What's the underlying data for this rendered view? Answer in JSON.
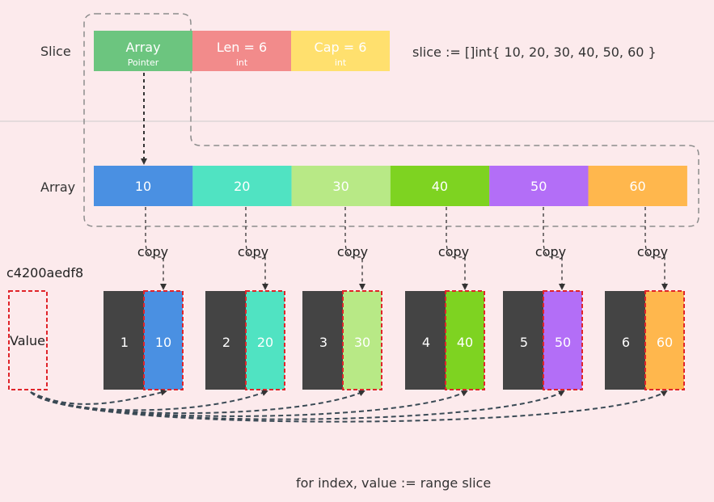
{
  "slice": {
    "label": "Slice",
    "fields": [
      {
        "name": "Array",
        "sub": "Pointer",
        "color": "#6cc57f"
      },
      {
        "name": "Len = 6",
        "sub": "int",
        "color": "#f28b8b"
      },
      {
        "name": "Cap = 6",
        "sub": "int",
        "color": "#ffe06e"
      }
    ],
    "code": "slice := []int{ 10, 20, 30, 40, 50, 60 }"
  },
  "array": {
    "label": "Array",
    "cells": [
      {
        "value": "10",
        "color": "#4a90e2"
      },
      {
        "value": "20",
        "color": "#50e3c2"
      },
      {
        "value": "30",
        "color": "#b8e986"
      },
      {
        "value": "40",
        "color": "#7ed321"
      },
      {
        "value": "50",
        "color": "#b36ef7"
      },
      {
        "value": "60",
        "color": "#ffb74d"
      }
    ]
  },
  "copy_label": "copy",
  "address_label": "c4200aedf8",
  "value_label": "Value",
  "iterations": [
    {
      "index": "1",
      "value": "10"
    },
    {
      "index": "2",
      "value": "20"
    },
    {
      "index": "3",
      "value": "30"
    },
    {
      "index": "4",
      "value": "40"
    },
    {
      "index": "5",
      "value": "50"
    },
    {
      "index": "6",
      "value": "60"
    }
  ],
  "footer": "for index, value := range slice",
  "colors": {
    "background": "#fceaec",
    "index_box": "#444444",
    "value_border": "#e0242a",
    "arrow": "#333333",
    "group_border": "#8c8c8c"
  }
}
